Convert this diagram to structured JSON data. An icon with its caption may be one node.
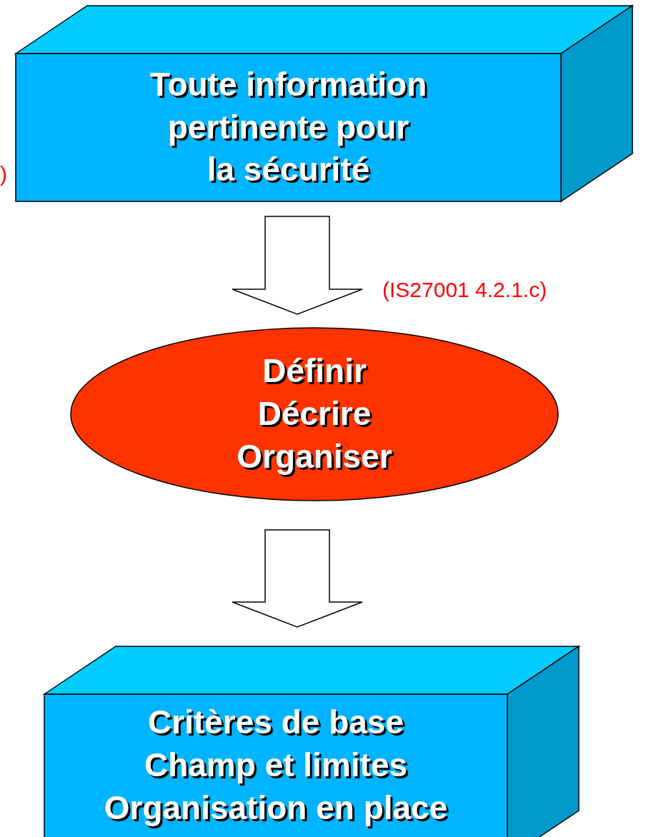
{
  "diagram": {
    "nodes": [
      {
        "text": [
          "Toute information pertinente pour la sécurité"
        ]
      },
      {
        "text": [
          "Définir",
          "Décrire",
          "Organiser"
        ]
      },
      {
        "text": [
          "Critères de base",
          "Champ et limites",
          "Organisation en place"
        ]
      }
    ],
    "edges": [
      {
        "from": 0,
        "to": 1,
        "arrow": "to",
        "label": "(IS27001 4.2.1.c)"
      },
      {
        "from": 1,
        "to": 2,
        "arrow": "to"
      }
    ],
    "labels": [
      ")"
    ]
  }
}
